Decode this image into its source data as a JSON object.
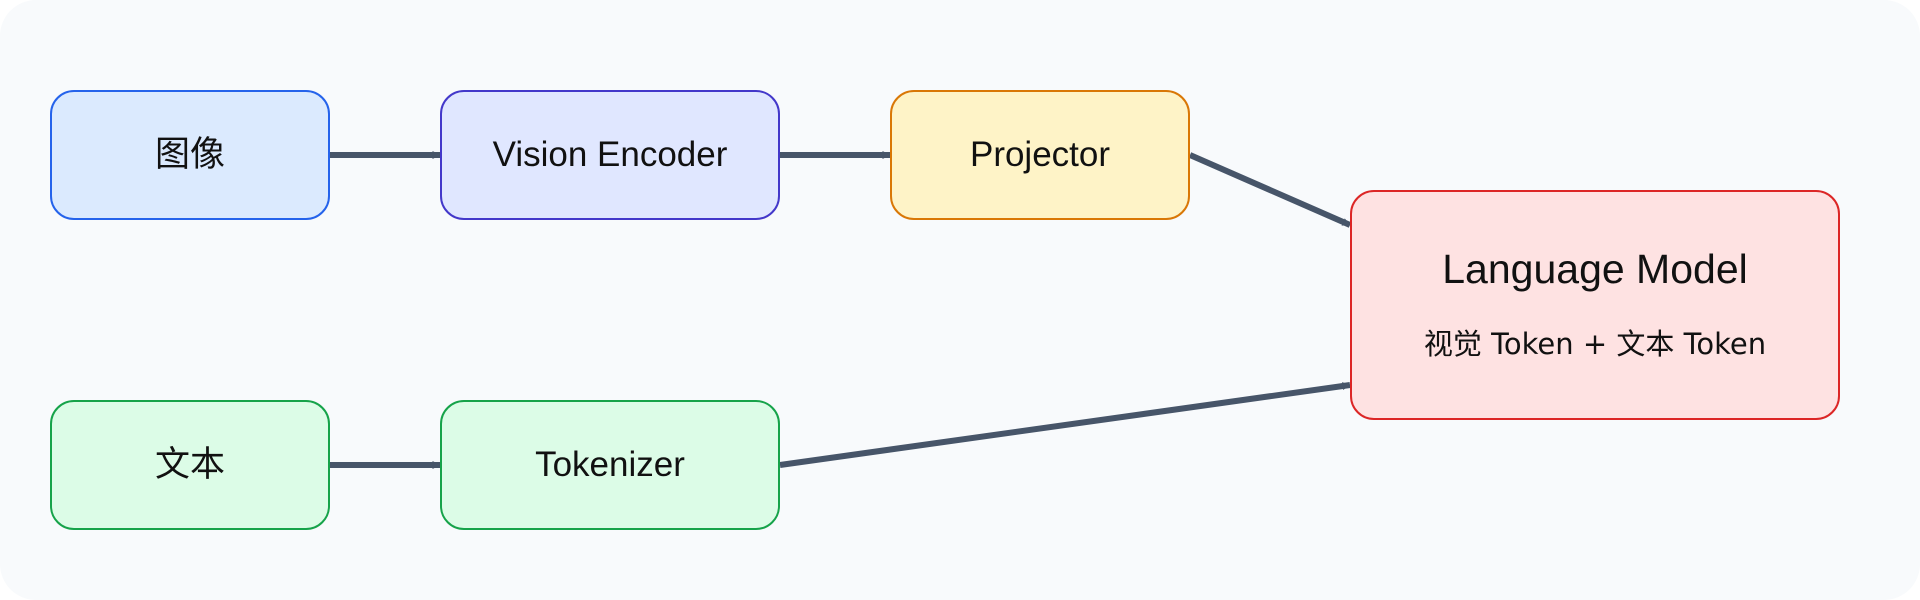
{
  "diagram": {
    "nodes": {
      "image": {
        "label": "图像",
        "fill": "#dbeafe",
        "stroke": "#2563eb"
      },
      "vision_encoder": {
        "label": "Vision Encoder",
        "fill": "#e0e7ff",
        "stroke": "#4338ca"
      },
      "projector": {
        "label": "Projector",
        "fill": "#fef3c7",
        "stroke": "#d97706"
      },
      "text": {
        "label": "文本",
        "fill": "#dcfce7",
        "stroke": "#16a34a"
      },
      "tokenizer": {
        "label": "Tokenizer",
        "fill": "#dcfce7",
        "stroke": "#16a34a"
      },
      "language_model": {
        "label": "Language Model",
        "sublabel": "视觉 Token + 文本 Token",
        "fill": "#fee2e2",
        "stroke": "#dc2626"
      }
    },
    "edges": [
      {
        "from": "image",
        "to": "vision_encoder"
      },
      {
        "from": "vision_encoder",
        "to": "projector"
      },
      {
        "from": "projector",
        "to": "language_model"
      },
      {
        "from": "text",
        "to": "tokenizer"
      },
      {
        "from": "tokenizer",
        "to": "language_model"
      }
    ],
    "colors": {
      "background": "#f8fafc",
      "arrow": "#475569"
    }
  }
}
